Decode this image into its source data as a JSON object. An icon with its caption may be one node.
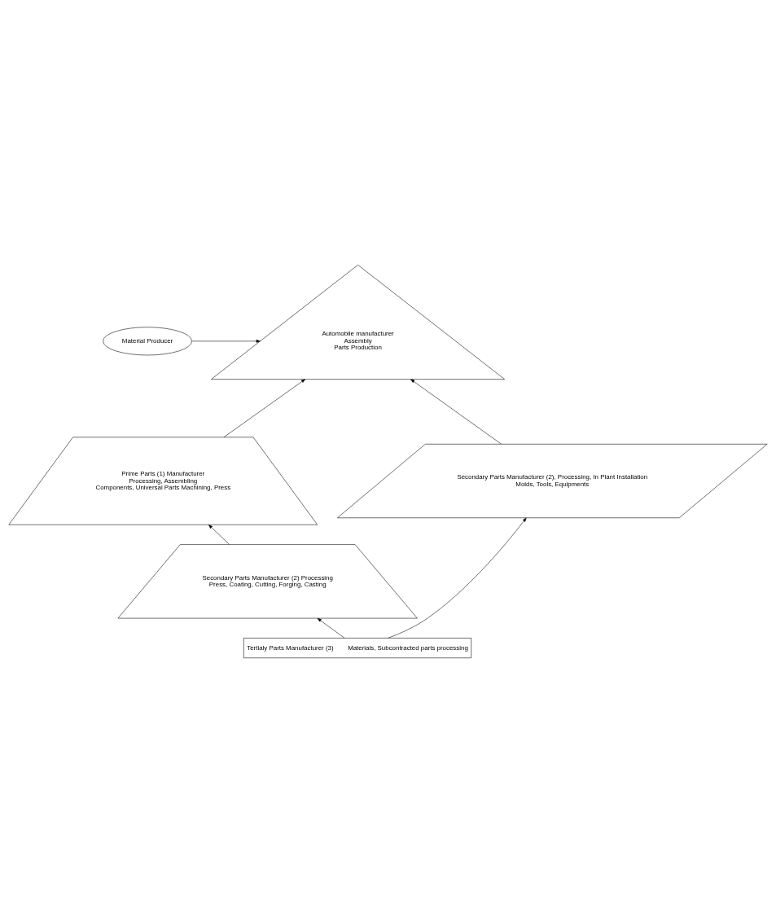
{
  "diagram": {
    "nodes": [
      {
        "text": [
          "Material Producer"
        ]
      },
      {
        "text": [
          "Automobile manufacturer",
          "Assembly",
          "Parts Production"
        ]
      },
      {
        "text": [
          "Prime Parts (1) Manufacturer",
          "Processing, Assembling",
          "Components, Universal Parts Machining, Press"
        ]
      },
      {
        "text": [
          "Secondary Parts Manufacturer (2) Processing",
          "Press, Coating, Cutting, Forging, Casting"
        ]
      },
      {
        "text": [
          "Secondary Parts Manufacturer (2), Processing, In Plant Installation",
          "Molds, Tools, Equipments"
        ]
      },
      {
        "text": [
          "Tertialy Parts Manufacturer (3)",
          "Materials, Subcontracted parts processing"
        ]
      }
    ],
    "edges": [
      {
        "from": 0,
        "to": 1,
        "arrow": "to"
      },
      {
        "from": 2,
        "to": 1,
        "arrow": "to"
      },
      {
        "from": 3,
        "to": 2,
        "arrow": "to"
      },
      {
        "from": 4,
        "to": 1,
        "arrow": "to"
      },
      {
        "from": 5,
        "to": 3,
        "arrow": "to"
      },
      {
        "from": 5,
        "to": 4,
        "arrow": "to"
      }
    ]
  }
}
